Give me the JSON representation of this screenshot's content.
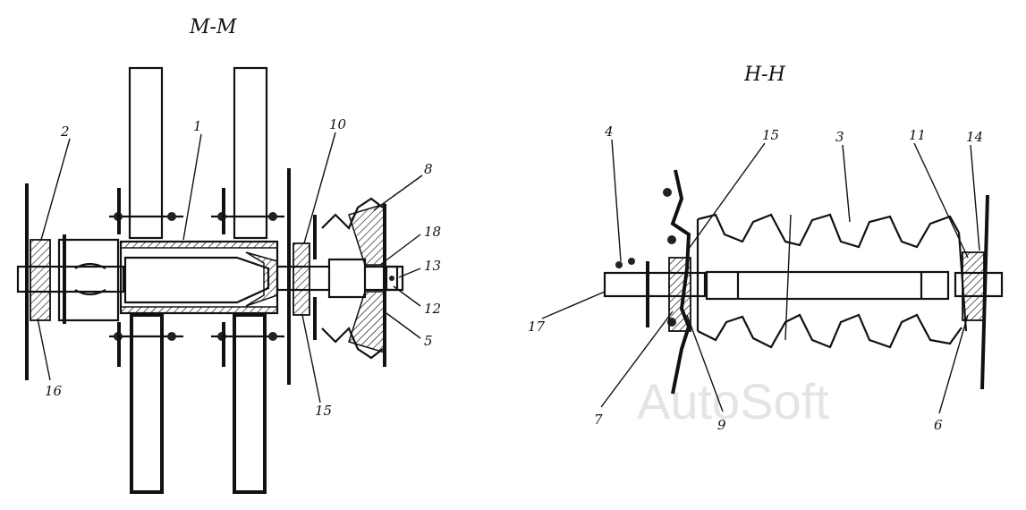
{
  "views": [
    {
      "title": "М-М",
      "labels": [
        "1",
        "2",
        "8",
        "10",
        "18",
        "13",
        "12",
        "5",
        "16",
        "15"
      ]
    },
    {
      "title": "Н-Н",
      "labels": [
        "4",
        "15",
        "3",
        "11",
        "14",
        "17",
        "7",
        "9",
        "6"
      ]
    }
  ],
  "watermark": "AutoSoft"
}
